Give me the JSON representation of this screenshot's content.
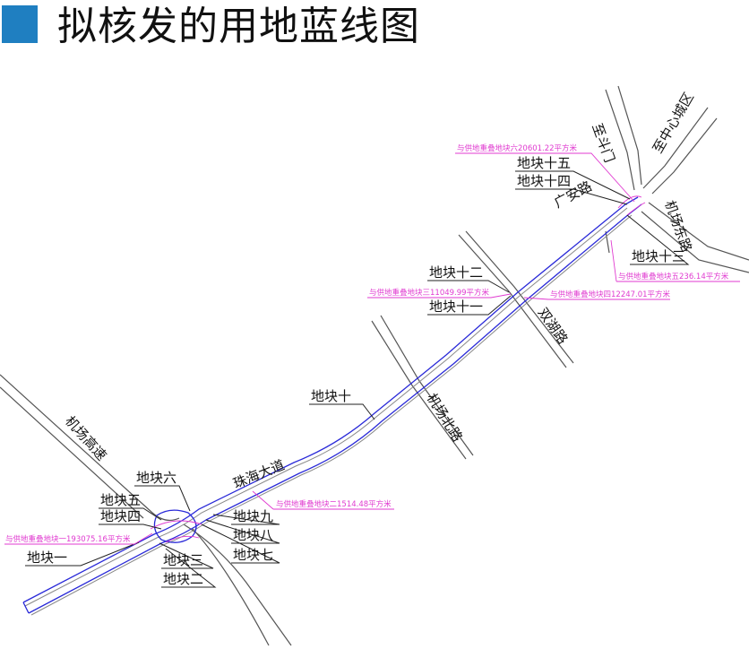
{
  "title": "拟核发的用地蓝线图",
  "colors": {
    "title_mark": "#1f7fc1",
    "boundary": "#2a2ad8",
    "overlap_note": "#e03ad0",
    "road": "#555555"
  },
  "roads": {
    "zhuhai_avenue": "珠海大道",
    "airport_expressway": "机场高速",
    "airport_north_road": "机场北路",
    "shuanghu_road": "双湖路",
    "guangan_road": "广安路",
    "airport_east_road": "机场东路",
    "to_doumen": "至斗门",
    "to_city_center": "至中心城区"
  },
  "plots": {
    "p1": "地块一",
    "p2": "地块二",
    "p3": "地块三",
    "p4": "地块四",
    "p5": "地块五",
    "p6": "地块六",
    "p7": "地块七",
    "p8": "地块八",
    "p9": "地块九",
    "p10": "地块十",
    "p11": "地块十一",
    "p12": "地块十二",
    "p13": "地块十三",
    "p14": "地块十四",
    "p15": "地块十五"
  },
  "overlap_notes": {
    "n1": "与供地重叠地块一193075.16平方米",
    "n2": "与供地重叠地块二1514.48平方米",
    "n3": "与供地重叠地块三11049.99平方米",
    "n4": "与供地重叠地块四12247.01平方米",
    "n5": "与供地重叠地块五236.14平方米",
    "n6": "与供地重叠地块六20601.22平方米"
  }
}
